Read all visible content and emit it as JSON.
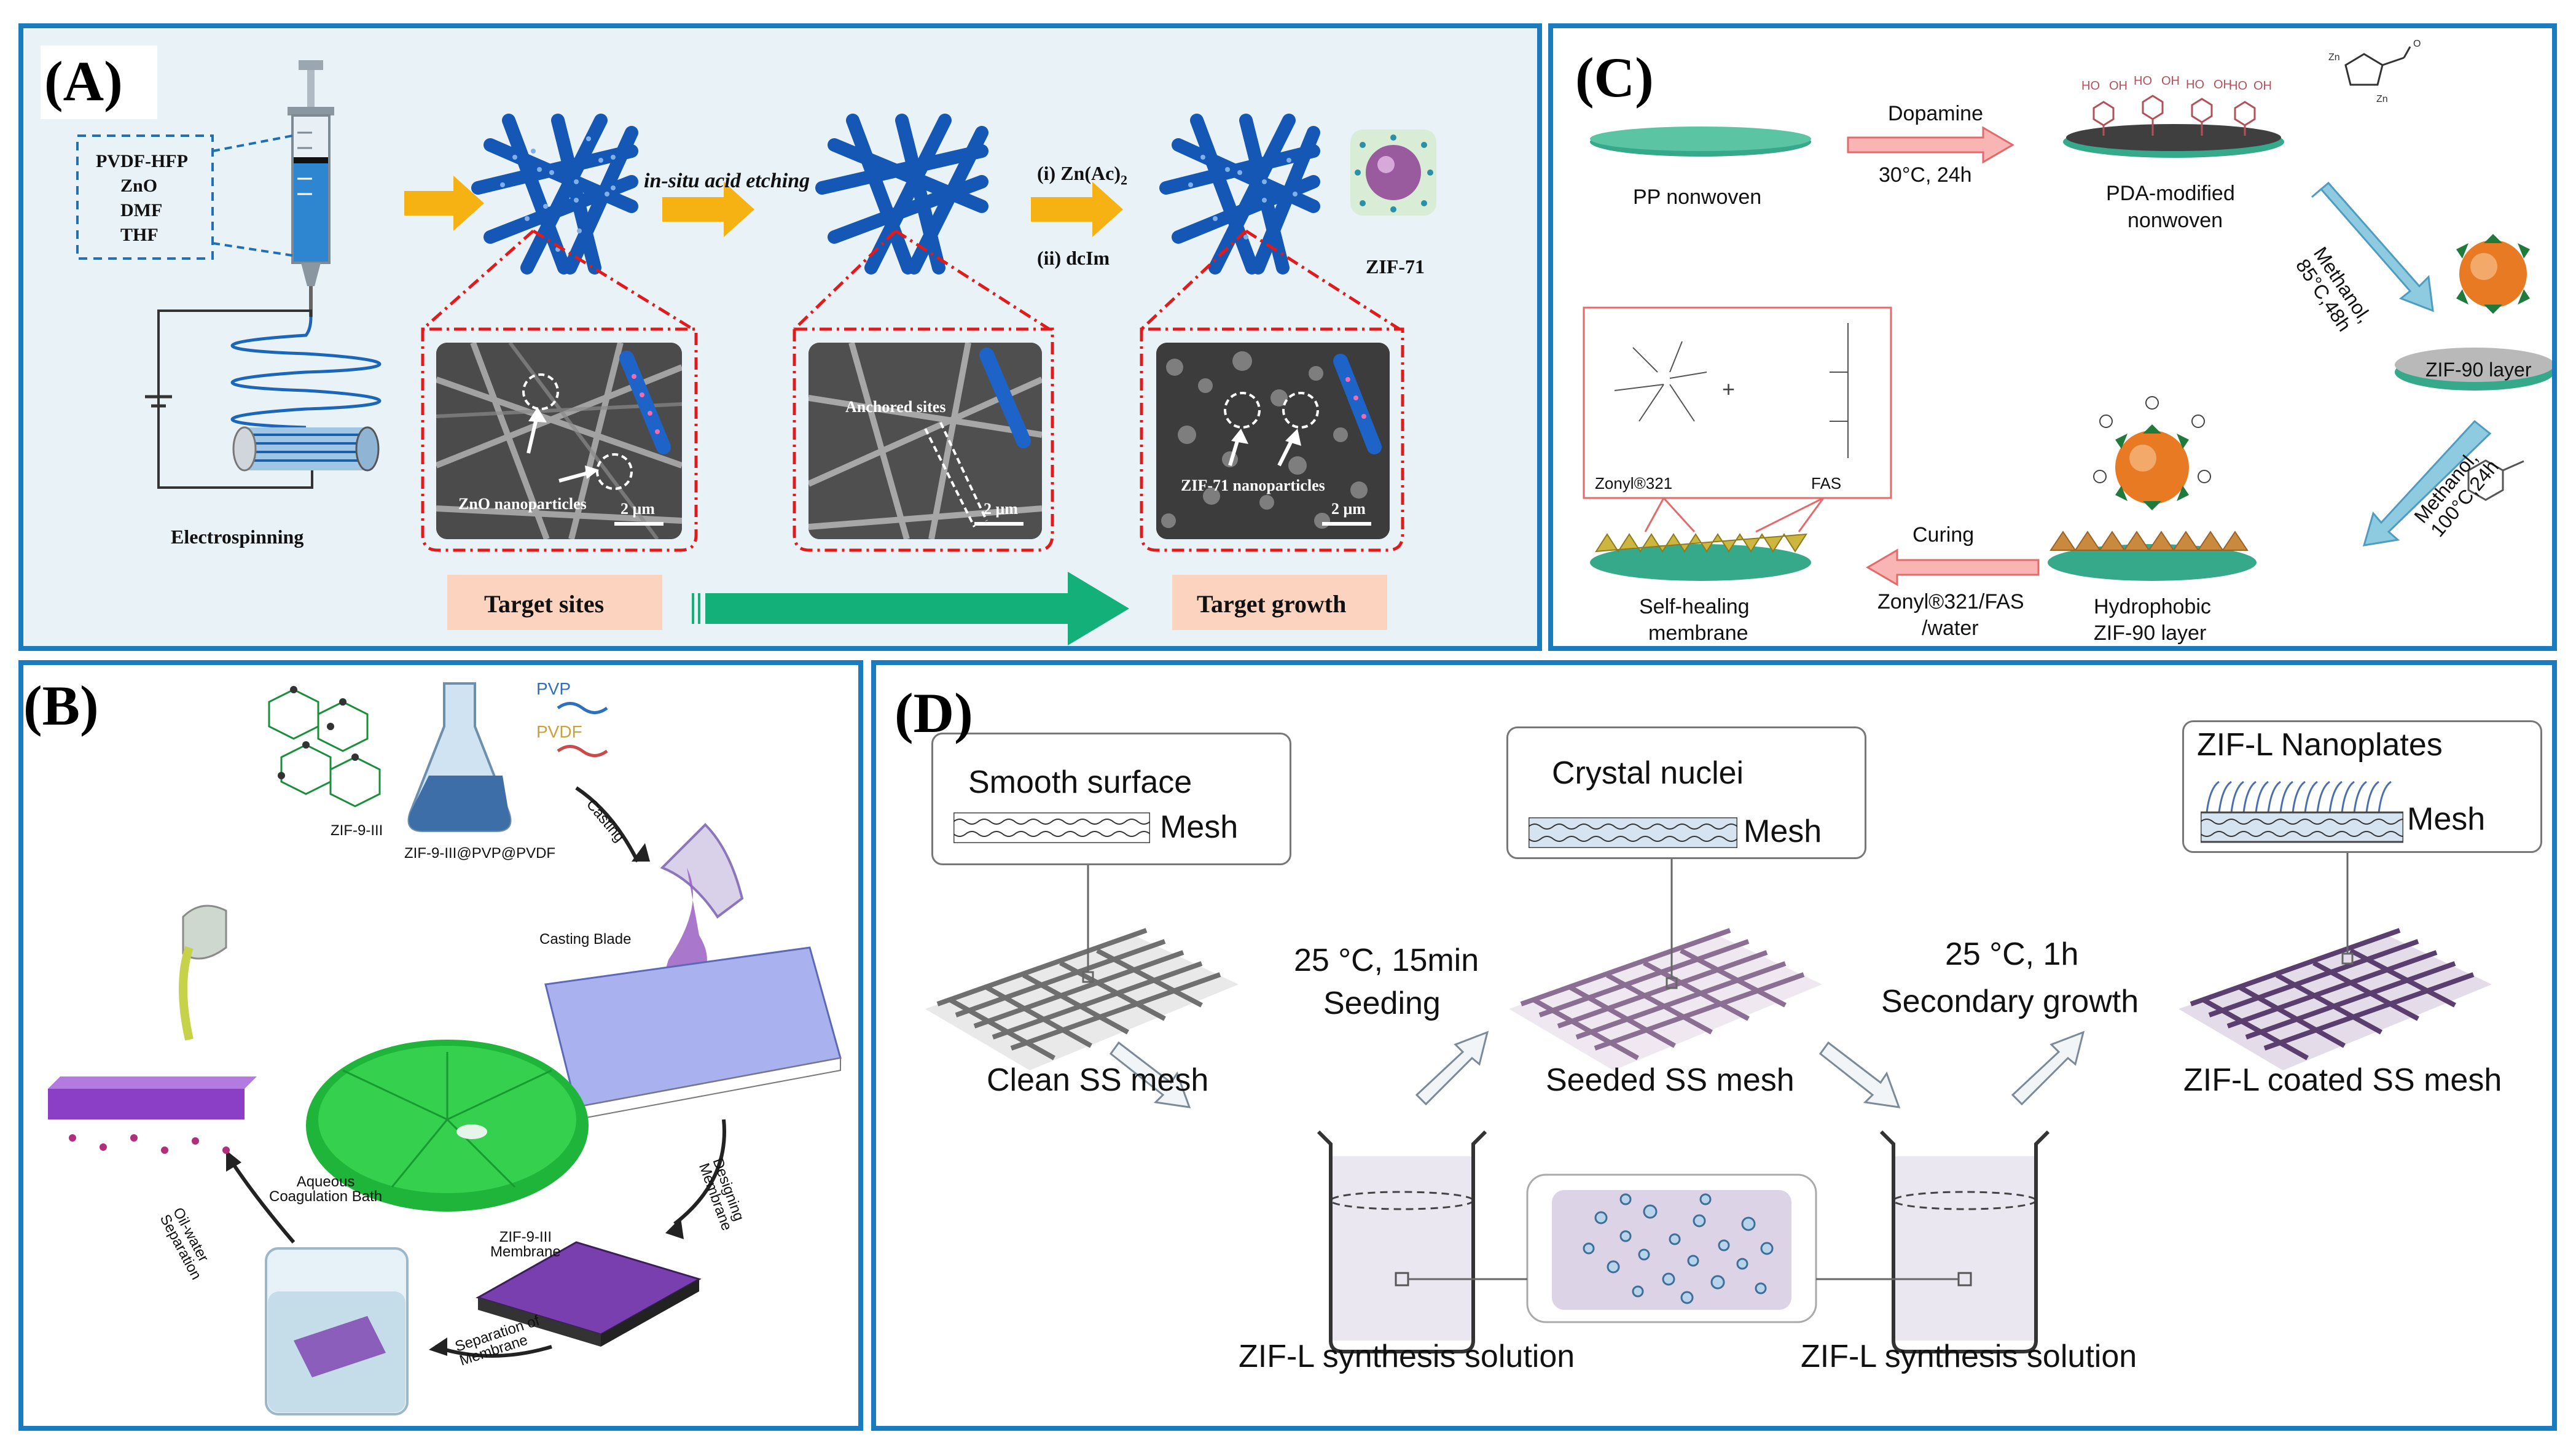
{
  "panels": {
    "A": {
      "label": "(A)",
      "materials": [
        "PVDF-HFP",
        "ZnO",
        "DMF",
        "THF"
      ],
      "electrospinning": "Electrospinning",
      "etching": "in-situ acid etching",
      "step_i": "(i)  Zn(Ac)",
      "step_i_sub": "2",
      "step_ii": "(ii)  dcIm",
      "zif": "ZIF-71",
      "zno": "ZnO  nanoparticles",
      "anchored": "Anchored   sites",
      "zif71np": "ZIF-71  nanoparticles",
      "scale": "2 μm",
      "target_sites": "Target sites",
      "target_growth": "Target growth"
    },
    "B": {
      "label": "(B)",
      "pvp": "PVP",
      "pvdf": "PVDF",
      "zif9": "ZIF-9-III",
      "composite": "ZIF-9-III@PVP@PVDF",
      "casting": "Casting",
      "blade": "Casting Blade",
      "designing": "Designing\nMembrane",
      "membrane": "ZIF-9-III\nMembrane",
      "separation": "Separation of\nMembrane",
      "bath": "Aqueous\nCoagulation Bath",
      "oilwater": "Oil-water\nSeparation"
    },
    "C": {
      "label": "(C)",
      "pp": "PP nonwoven",
      "dopamine": "Dopamine",
      "cond1": "30°C, 24h",
      "pda1": "PDA-modified",
      "pda2": "nonwoven",
      "methanol1": "Methanol,\n85°C,48h",
      "zif90layer": "ZIF-90 layer",
      "methanol2": "Methanol,\n100°C,24h",
      "zonyl": "Zonyl®321",
      "fas": "FAS",
      "curing": "Curing",
      "curing_cond1": "Zonyl®321/FAS",
      "curing_cond2": "/water",
      "selfheal1": "Self-healing",
      "selfheal2": "membrane",
      "hydro1": "Hydrophobic",
      "hydro2": "ZIF-90 layer"
    },
    "D": {
      "label": "(D)",
      "smooth": "Smooth surface",
      "mesh": "Mesh",
      "crystal": "Crystal nuclei",
      "nanoplates": "ZIF-L Nanoplates",
      "clean": "Clean SS mesh",
      "seeded": "Seeded SS mesh",
      "coated": "ZIF-L coated SS mesh",
      "cond1a": "25 °C, 15min",
      "cond1b": "Seeding",
      "cond2a": "25 °C, 1h",
      "cond2b": "Secondary growth",
      "solution": "ZIF-L synthesis solution"
    }
  },
  "colors": {
    "border": "#1a7bbf",
    "panelA_bg": "#e9f2f7",
    "orange_arrow": "#f5b212",
    "green_arrow": "#14b07a",
    "fiber_blue": "#1457b5",
    "red_dash": "#e11b1b"
  }
}
